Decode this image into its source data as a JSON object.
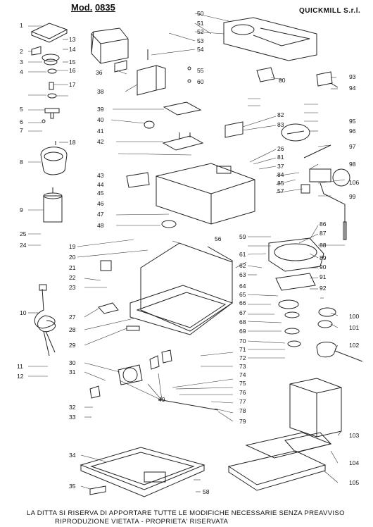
{
  "header": {
    "model_prefix": "Mod.",
    "model_number": "0835",
    "brand": "QUICKMILL S.r.l."
  },
  "footer": {
    "line1": "LA DITTA SI RISERVA DI APPORTARE TUTTE LE MODIFICHE NECESSARIE SENZA PREAVVISO",
    "line2": "RIPRODUZIONE VIETATA  -  PROPRIETA' RISERVATA"
  },
  "part_numbers": [
    "1",
    "2",
    "3",
    "4",
    "5",
    "6",
    "7",
    "8",
    "9",
    "10",
    "11",
    "12",
    "13",
    "14",
    "15",
    "16",
    "17",
    "18",
    "19",
    "20",
    "21",
    "22",
    "23",
    "24",
    "25",
    "26",
    "27",
    "28",
    "29",
    "30",
    "31",
    "32",
    "33",
    "34",
    "35",
    "36",
    "37",
    "38",
    "39",
    "40",
    "41",
    "42",
    "43",
    "44",
    "45",
    "46",
    "47",
    "48",
    "49",
    "50",
    "51",
    "52",
    "53",
    "54",
    "55",
    "56",
    "57",
    "58",
    "59",
    "60",
    "61",
    "62",
    "63",
    "64",
    "65",
    "66",
    "67",
    "68",
    "69",
    "70",
    "71",
    "72",
    "73",
    "74",
    "75",
    "76",
    "77",
    "78",
    "79",
    "80",
    "81",
    "82",
    "83",
    "84",
    "85",
    "86",
    "87",
    "88",
    "89",
    "90",
    "91",
    "92",
    "93",
    "94",
    "95",
    "96",
    "97",
    "98",
    "99",
    "100",
    "101",
    "102",
    "103",
    "104",
    "105",
    "106"
  ]
}
